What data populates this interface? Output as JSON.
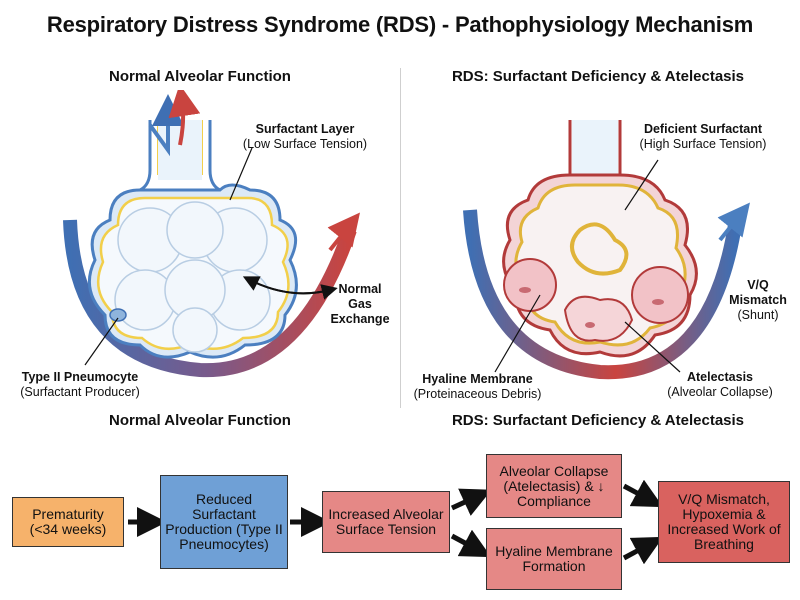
{
  "title": "Respiratory Distress Syndrome (RDS) - Pathophysiology Mechanism",
  "left_panel": {
    "heading": "Normal Alveolar Function",
    "caption": "Normal Alveolar Function",
    "surfactant_label": "Surfactant Layer",
    "surfactant_sub": "(Low Surface Tension)",
    "gas_exchange": [
      "Normal",
      "Gas",
      "Exchange"
    ],
    "pneumocyte_label": "Type II Pneumocyte",
    "pneumocyte_sub": "(Surfactant Producer)"
  },
  "right_panel": {
    "heading": "RDS: Surfactant Deficiency & Atelectasis",
    "caption": "RDS: Surfactant Deficiency & Atelectasis",
    "deficient_label": "Deficient Surfactant",
    "deficient_sub": "(High Surface Tension)",
    "vq_label_1": "V/Q",
    "vq_label_2": "Mismatch",
    "vq_sub": "(Shunt)",
    "hyaline_label": "Hyaline Membrane",
    "hyaline_sub": "(Proteinaceous Debris)",
    "atelectasis_label": "Atelectasis",
    "atelectasis_sub": "(Alveolar Collapse)"
  },
  "flowchart": {
    "prematurity": "Prematurity (<34 weeks)",
    "reduced": "Reduced Surfactant Production (Type II Pneumocytes)",
    "increased": "Increased Alveolar Surface Tension",
    "collapse": "Alveolar Collapse (Atelectasis) & ↓ Compliance",
    "hyaline": "Hyaline Membrane Formation",
    "outcome": "V/Q Mismatch, Hypoxemia & Increased Work of Breathing"
  },
  "colors": {
    "orange": "#f6b26b",
    "blue": "#6fa0d6",
    "red": "#e58886",
    "dark_red": "#d9625f",
    "vessel_blue": "#3f6fb3",
    "vessel_red": "#c9443f",
    "surfactant_yellow": "#f2cf4a"
  }
}
